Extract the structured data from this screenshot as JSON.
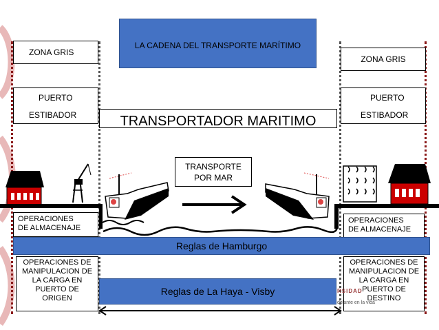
{
  "title": "LA CADENA DEL TRANSPORTE MARÍTIMO",
  "left": {
    "zona": "ZONA GRIS",
    "puerto": "PUERTO",
    "estibador": "ESTIBADOR",
    "almacenaje_1": "OPERACIONES",
    "almacenaje_2": "DE ALMACENAJE",
    "manip": [
      "OPERACIONES DE",
      "MANIPULACION DE",
      "LA CARGA EN",
      "PUERTO DE",
      "ORIGEN"
    ]
  },
  "right": {
    "zona": "ZONA GRIS",
    "puerto": "PUERTO",
    "estibador": "ESTIBADOR",
    "almacenaje_1": "OPERACIONES",
    "almacenaje_2": "DE ALMACENAJE",
    "manip": [
      "OPERACIONES DE",
      "MANIPULACION DE",
      "LA CARGA EN",
      "PUERTO DE",
      "DESTINO"
    ]
  },
  "transportador": "TRANSPORTADOR MARITIMO",
  "transporte_1": "TRANSPORTE",
  "transporte_2": "POR MAR",
  "hamburgo": "Reglas de Hamburgo",
  "haya": "Reglas de La Haya - Visby",
  "watermark_1": "RSIDAD",
  "watermark_2": "delante en la vida",
  "colors": {
    "blue": "#4472c4",
    "border_red": "#8b1a1a",
    "house_red": "#cc0000"
  }
}
